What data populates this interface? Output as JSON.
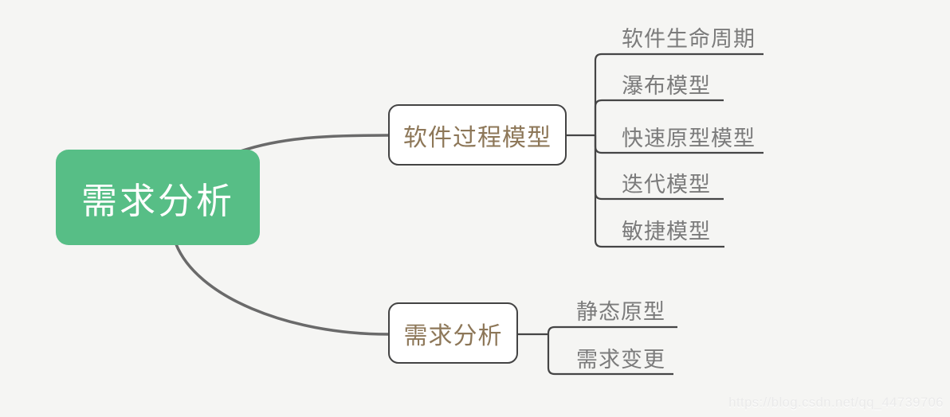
{
  "diagram": {
    "root": {
      "label": "需求分析"
    },
    "branches": [
      {
        "label": "软件过程模型",
        "children": [
          "软件生命周期",
          "瀑布模型",
          "快速原型模型",
          "迭代模型",
          "敏捷模型"
        ]
      },
      {
        "label": "需求分析",
        "children": [
          "静态原型",
          "需求变更"
        ]
      }
    ]
  },
  "watermark": {
    "text": "https://blog.csdn.net/qq_44739706"
  },
  "colors": {
    "background": "#f5f5f3",
    "root_fill": "#57be86",
    "root_text": "#ffffff",
    "branch_border": "#434343",
    "branch_text": "#8d7758",
    "leaf_text": "#7b7b7b",
    "connector_curve": "#6a6a6a",
    "branch_line": "#454545",
    "watermark_text": "#eaeaea"
  }
}
